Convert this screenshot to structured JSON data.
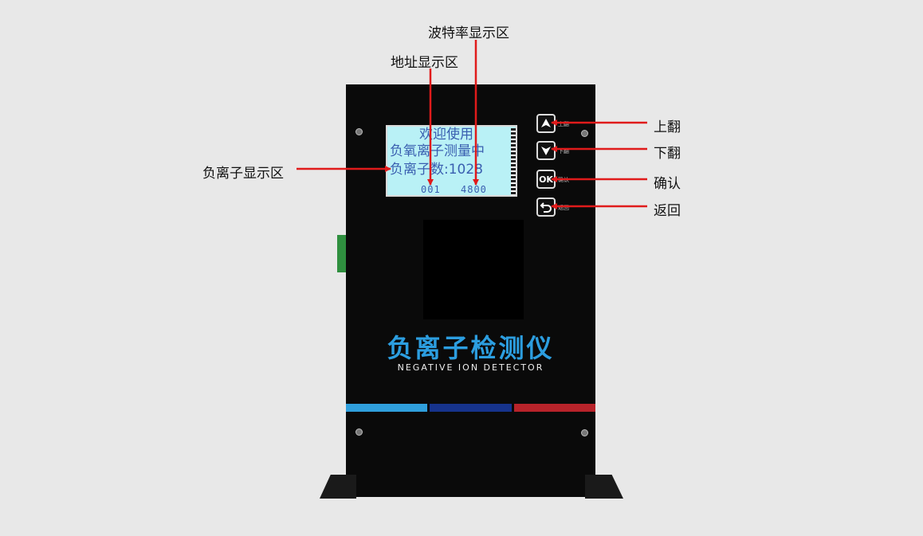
{
  "callouts": {
    "baud_rate": "波特率显示区",
    "address": "地址显示区",
    "negative_ion": "负离子显示区",
    "page_up": "上翻",
    "page_down": "下翻",
    "confirm": "确认",
    "back": "返回"
  },
  "lcd": {
    "line1": "欢迎使用",
    "line2": "负氧离子测量中",
    "line3": "负离子数:1028",
    "address": "001",
    "baud": "4800"
  },
  "keys": {
    "up_symbol": "⮝",
    "down_symbol": "⮟",
    "ok_label": "OK",
    "back_symbol": "↶",
    "up_tag": "上翻",
    "down_tag": "下翻",
    "ok_tag": "确认",
    "back_tag": "返回"
  },
  "brand": {
    "chinese": "负离子检测仪",
    "english": "NEGATIVE ION DETECTOR"
  },
  "colors": {
    "device": "#0a0a0a",
    "lcd_bg": "#b9f1f6",
    "lcd_text": "#3a5fb0",
    "brand_blue": "#2c9ee0",
    "arrow_red": "#e01b1b",
    "stripe_light_blue": "#2f9fdc",
    "stripe_dark_blue": "#16338c",
    "stripe_red": "#b8232a",
    "terminal_green": "#2f8f3f"
  }
}
